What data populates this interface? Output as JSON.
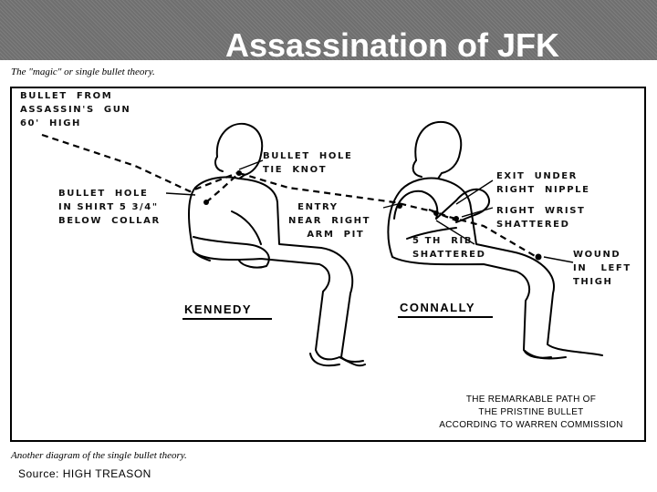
{
  "slide": {
    "title": "Assassination of JFK",
    "caption_top": "The \"magic\" or single bullet theory.",
    "caption_bottom": "Another diagram of the single bullet theory.",
    "source": "Source:  HIGH TREASON"
  },
  "diagram": {
    "labels": {
      "bullet_from": "BULLET  FROM\nASSASSIN'S  GUN\n60'  HIGH",
      "shirt_hole": "BULLET  HOLE\nIN SHIRT 5 3/4\"\nBELOW  COLLAR",
      "tie_knot": "BULLET  HOLE\nTIE  KNOT",
      "entry": "  ENTRY\nNEAR  RIGHT\n    ARM  PIT",
      "exit": "EXIT  UNDER\nRIGHT  NIPPLE",
      "wrist": "RIGHT  WRIST\nSHATTERED",
      "rib": "5 TH  RIB\nSHATTERED",
      "thigh": "WOUND\nIN   LEFT\nTHIGH"
    },
    "names": {
      "kennedy": "KENNEDY",
      "connally": "CONNALLY"
    },
    "footer": {
      "line1": "THE REMARKABLE PATH OF",
      "line2": "THE PRISTINE BULLET",
      "line3": "ACCORDING TO WARREN COMMISSION"
    }
  }
}
